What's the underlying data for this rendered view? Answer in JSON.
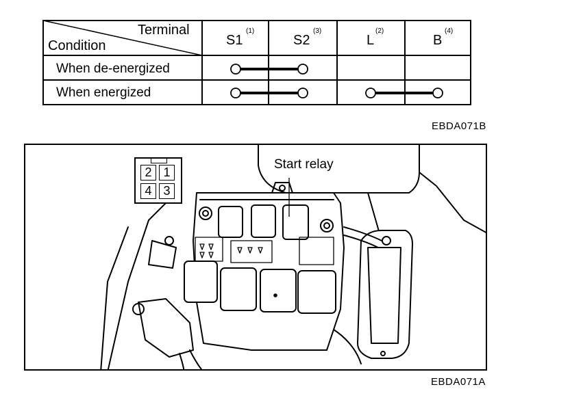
{
  "table": {
    "header_terminal": "Terminal",
    "header_condition": "Condition",
    "columns": [
      {
        "label": "S1",
        "sup": "(1)"
      },
      {
        "label": "S2",
        "sup": "(3)"
      },
      {
        "label": "L",
        "sup": "(2)"
      },
      {
        "label": "B",
        "sup": "(4)"
      }
    ],
    "rows": [
      {
        "label": "When de-energized",
        "connections": [
          "S1-S2"
        ]
      },
      {
        "label": "When energized",
        "connections": [
          "S1-S2",
          "L-B"
        ]
      }
    ]
  },
  "table_code": "EBDA071B",
  "figure": {
    "callout": "Start relay",
    "connector_pins": [
      "2",
      "1",
      "4",
      "3"
    ],
    "code": "EBDA071A"
  }
}
